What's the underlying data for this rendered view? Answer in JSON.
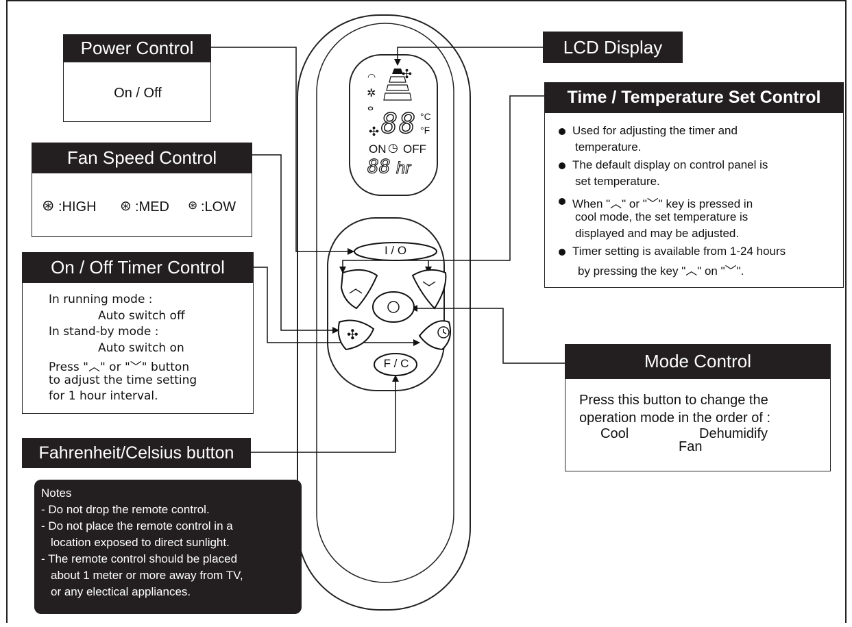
{
  "power": {
    "title": "Power Control",
    "body": "On / Off"
  },
  "lcd": {
    "title": "LCD Display"
  },
  "time_temp": {
    "title": "Time / Temperature Set Control",
    "bullets": [
      {
        "lines": [
          "Used for adjusting the timer and",
          "temperature."
        ]
      },
      {
        "lines": [
          "The default display on control panel is",
          "set temperature."
        ]
      },
      {
        "lines": [
          "When \"︿\" or \"﹀\" key is pressed in",
          "cool mode, the set temperature is",
          "displayed and may be adjusted."
        ]
      },
      {
        "lines": [
          "Timer setting is available from 1-24 hours",
          "by pressing the key \"︿\" on \"﹀\"."
        ]
      }
    ]
  },
  "fan": {
    "title": "Fan Speed Control",
    "high": ":HIGH",
    "med": ":MED",
    "low": ":LOW"
  },
  "timer": {
    "title": "On / Off Timer Control",
    "lines": [
      "In running mode :",
      "Auto switch off",
      "In stand-by mode :",
      "Auto switch on",
      "Press \"︿\" or \"﹀\" button",
      "to adjust the time setting",
      "for 1 hour interval."
    ]
  },
  "mode": {
    "title": "Mode Control",
    "lines": [
      "Press this button to change the",
      "operation mode in the order of :"
    ],
    "cycle": {
      "cool": "Cool",
      "dehumidify": "Dehumidify",
      "fan": "Fan"
    }
  },
  "fc_label": {
    "title": "Fahrenheit/Celsius button"
  },
  "notes": {
    "title": "Notes",
    "lines": [
      "- Do not drop the remote control.",
      "- Do not place the remote control in a",
      "location exposed to direct sunlight.",
      "- The remote control should be placed",
      "about 1 meter or more away from TV,",
      "or any electical appliances."
    ]
  },
  "remote": {
    "io": "I / O",
    "fc": "F / C",
    "lcd_digits": "88",
    "lcd_hr_digits": "88",
    "lcd_hr": "hr",
    "lcd_on": "ON",
    "lcd_off": "OFF",
    "lcd_c": "°C",
    "lcd_f": "°F"
  }
}
